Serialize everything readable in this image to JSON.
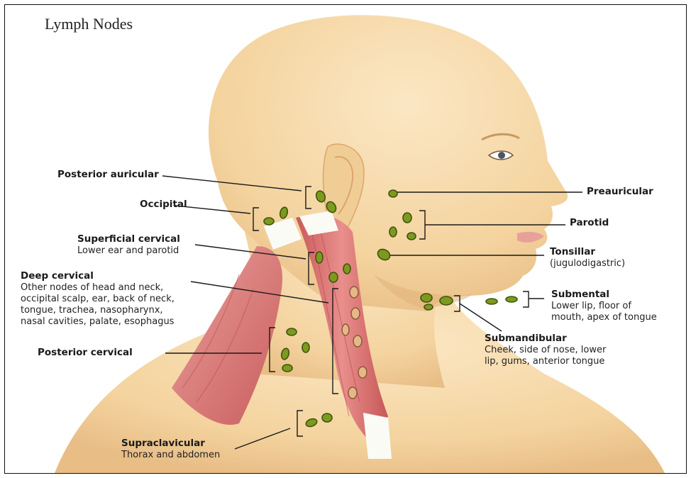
{
  "title": "Lymph Nodes",
  "colors": {
    "skin": "#f6d9a8",
    "skin_shadow": "#e9bf86",
    "muscle": "#d66f6f",
    "node_fill": "#7d9a1e",
    "node_outline": "#3f5410",
    "deep_node": "#e7b787",
    "line": "#1a1a1a"
  },
  "labels": {
    "posterior_auricular": {
      "title": "Posterior auricular"
    },
    "occipital": {
      "title": "Occipital"
    },
    "superficial_cervical": {
      "title": "Superficial cervical",
      "sub": [
        "Lower ear and parotid"
      ]
    },
    "deep_cervical": {
      "title": "Deep cervical",
      "sub": [
        "Other nodes of head and neck,",
        "occipital scalp, ear, back of neck,",
        "tongue, trachea, nasopharynx,",
        "nasal cavities, palate, esophagus"
      ]
    },
    "posterior_cervical": {
      "title": "Posterior cervical"
    },
    "supraclavicular": {
      "title": "Supraclavicular",
      "sub": [
        "Thorax and abdomen"
      ]
    },
    "preauricular": {
      "title": "Preauricular"
    },
    "parotid": {
      "title": "Parotid"
    },
    "tonsillar": {
      "title": "Tonsillar",
      "sub": [
        "(jugulodigastric)"
      ]
    },
    "submental": {
      "title": "Submental",
      "sub": [
        "Lower lip, floor of",
        "mouth, apex of tongue"
      ]
    },
    "submandibular": {
      "title": "Submandibular",
      "sub": [
        "Cheek, side of nose, lower",
        "lip, gums, anterior tongue"
      ]
    }
  }
}
